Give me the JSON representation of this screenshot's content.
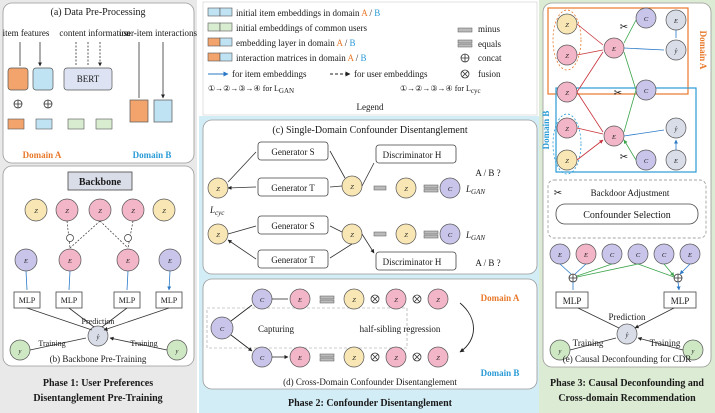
{
  "phase1": {
    "preprocess_title": "(a) Data Pre-Processing",
    "item_features": "item features",
    "content_information": "content information",
    "user_item_interactions": "user-item interactions",
    "bert": "BERT",
    "domain_a": "Domain A",
    "domain_b": "Domain B",
    "backbone": "Backbone",
    "mlp": "MLP",
    "prediction": "Prediction",
    "training": "Training",
    "backbone_title": "(b) Backbone Pre-Training",
    "phase_label_line1": "Phase 1: User Preferences",
    "phase_label_line2": "Disentanglement Pre-Training"
  },
  "legend": {
    "title": "Legend",
    "initial_item": "initial item embeddings in domain",
    "initial_common": "initial embeddings of common users",
    "embedding_layer": "embedding layer in domain",
    "interaction": "interaction matrices in domain",
    "domain_a_letter": "A",
    "slash": "/",
    "domain_b_letter": "B",
    "minus": "minus",
    "equals": "equals",
    "concat": "concat",
    "fusion": "fusion",
    "item_arrow": "for item embeddings",
    "user_arrow": "for user embeddings",
    "gan_seq": "①→②→③→④ for L",
    "gan_sub": "GAN",
    "cyc_seq": "①→②→③→④ for L",
    "cyc_sub": "cyc"
  },
  "phase2": {
    "single_title": "(c) Single-Domain Confounder Disentanglement",
    "generator_s": "Generator S",
    "generator_t": "Generator T",
    "discriminator_hb": "Discriminator H",
    "discriminator_ha": "Discriminator H",
    "a_or_b": "A / B ?",
    "l_gan": "L",
    "l_cyc": "L",
    "cross_title": "(d) Cross-Domain Confounder Disentanglement",
    "capturing": "Capturing",
    "half_sibling": "half-sibling regression",
    "domain_a": "Domain A",
    "domain_b": "Domain B",
    "phase_label": "Phase 2: Confounder Disentanglement"
  },
  "phase3": {
    "domain_a": "Domain A",
    "domain_b": "Domain B",
    "backdoor": "Backdoor Adjustment",
    "confounder_selection": "Confounder Selection",
    "mlp": "MLP",
    "prediction": "Prediction",
    "training": "Training",
    "title": "(e) Causal Deconfounding for CDR",
    "phase_label_line1": "Phase 3: Causal Deconfounding and",
    "phase_label_line2": "Cross-domain Recommendation"
  },
  "colors": {
    "orange": "#e8792b",
    "blue": "#2a9bd6",
    "phase1_bg": "#e9e9e9",
    "phase2_bg": "#d3edf6",
    "phase3_bg": "#dcebd3",
    "node_yellow": "#f8e7b4",
    "node_pink": "#f3b6c8",
    "node_purple": "#c9c5ea",
    "node_grey": "#d9dde8",
    "node_green": "#cfe8c4"
  }
}
